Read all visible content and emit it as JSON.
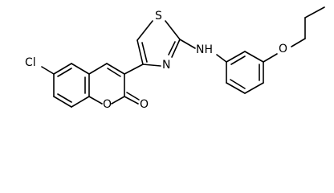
{
  "molecule": {
    "atom_labels": {
      "chlorine": "Cl",
      "ring_oxygen": "O",
      "carbonyl_oxygen": "O",
      "sulfur": "S",
      "thiazole_nitrogen": "N",
      "amine": "NH",
      "ether_oxygen": "O"
    }
  }
}
